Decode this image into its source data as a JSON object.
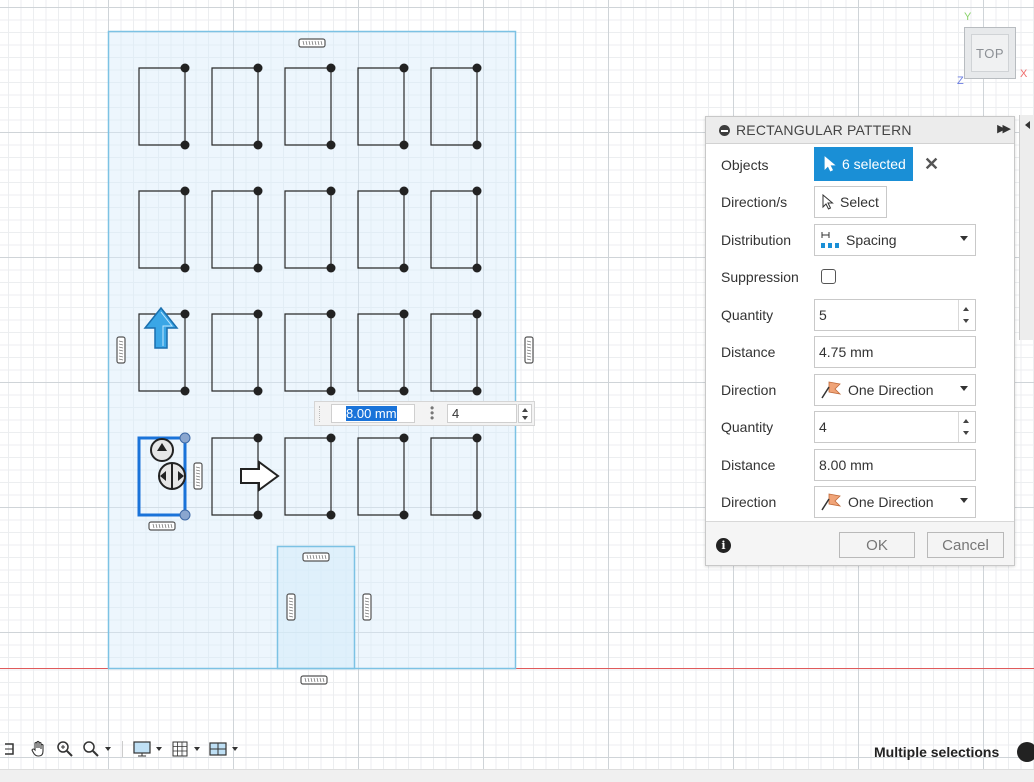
{
  "viewcube": {
    "face": "TOP",
    "axis_x": "X",
    "axis_y": "Y",
    "axis_z": "Z"
  },
  "panel": {
    "title": "RECTANGULAR PATTERN",
    "rows": {
      "objects_label": "Objects",
      "objects_value": "6 selected",
      "directions_label": "Direction/s",
      "directions_value": "Select",
      "distribution_label": "Distribution",
      "distribution_value": "Spacing",
      "suppression_label": "Suppression",
      "quantity1_label": "Quantity",
      "quantity1_value": "5",
      "distance1_label": "Distance",
      "distance1_value": "4.75 mm",
      "direction1_label": "Direction",
      "direction1_value": "One Direction",
      "quantity2_label": "Quantity",
      "quantity2_value": "4",
      "distance2_label": "Distance",
      "distance2_value": "8.00 mm",
      "direction2_label": "Direction",
      "direction2_value": "One Direction"
    },
    "ok_label": "OK",
    "cancel_label": "Cancel",
    "accent_color": "#1a8fd6"
  },
  "inline_input": {
    "distance": "8.00 mm",
    "quantity": "4"
  },
  "status": {
    "text": "Multiple selections"
  },
  "icons": {
    "toolbar": [
      "orbit-icon",
      "pan-hand-icon",
      "zoom-icon",
      "zoom-window-icon",
      "display-icon",
      "grid-icon",
      "viewports-icon"
    ],
    "panel": [
      "cursor-arrow-icon",
      "spacing-icon",
      "one-direction-icon",
      "info-icon"
    ]
  },
  "colors": {
    "sketch_fill": "#eaf4fb",
    "sketch_border": "#7cc2e4",
    "selection": "#1a73d9",
    "x_axis": "#e05555"
  }
}
